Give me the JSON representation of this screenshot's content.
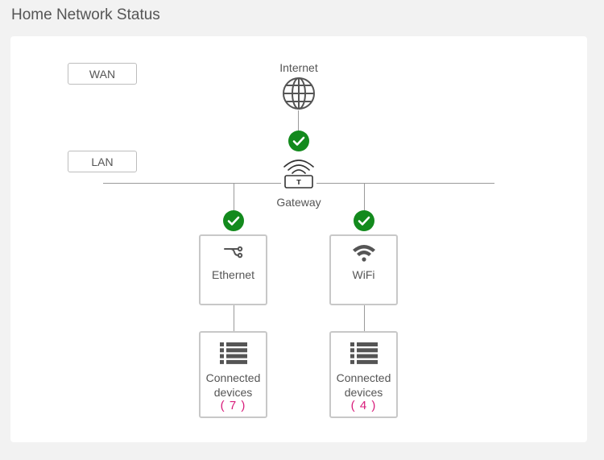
{
  "page": {
    "title": "Home Network Status"
  },
  "zones": {
    "wan_label": "WAN",
    "lan_label": "LAN"
  },
  "nodes": {
    "internet_label": "Internet",
    "gateway_label": "Gateway",
    "ethernet_label": "Ethernet",
    "wifi_label": "WiFi"
  },
  "connected": {
    "ethernet": {
      "line1": "Connected",
      "line2": "devices",
      "count": "( 7 )"
    },
    "wifi": {
      "line1": "Connected",
      "line2": "devices",
      "count": "( 4 )"
    }
  },
  "status": {
    "internet_gateway": "connected",
    "ethernet": "connected",
    "wifi": "connected"
  },
  "colors": {
    "ok_green": "#138a1d",
    "count_magenta": "#d81b7a",
    "icon_gray": "#555555"
  },
  "icons": {
    "internet": "globe-icon",
    "gateway": "router-icon",
    "ethernet": "ethernet-icon",
    "wifi": "wifi-icon",
    "devices": "list-icon",
    "status": "check-circle-icon"
  }
}
